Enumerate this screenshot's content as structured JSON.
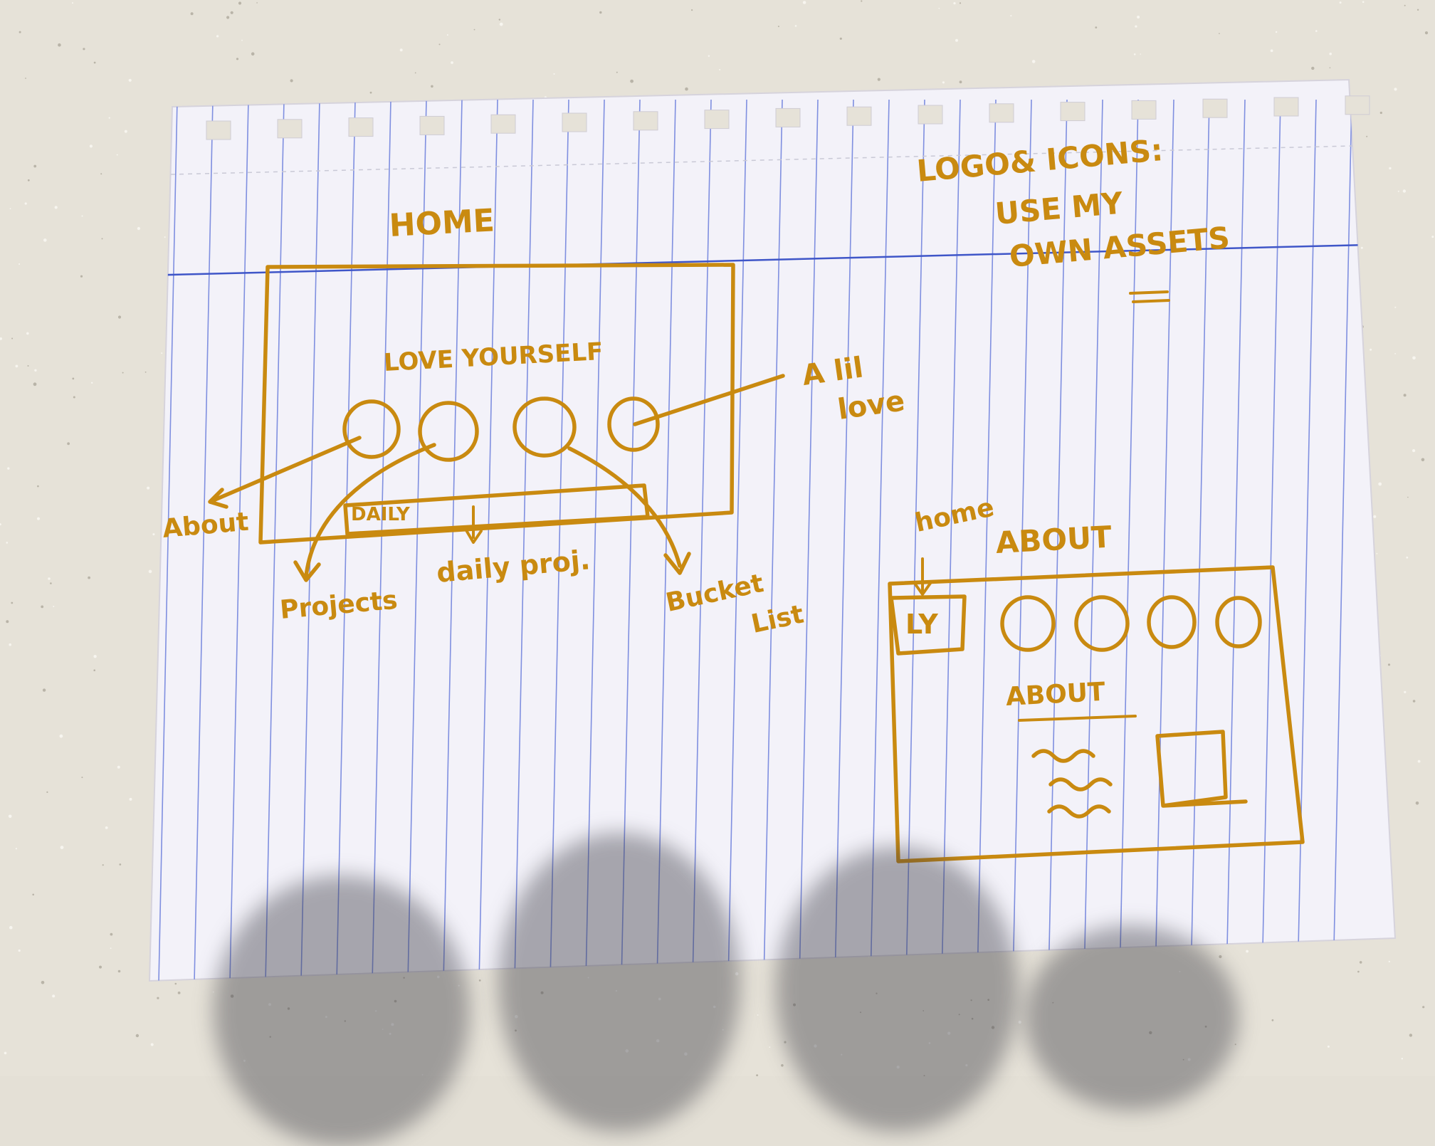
{
  "sketch": {
    "home_title": "HOME",
    "home_tagline": "LOVE YOURSELF",
    "home_daily_bar": "DAILY",
    "label_about": "About",
    "label_projects": "Projects",
    "label_daily": "daily proj.",
    "label_bucket_1": "Bucket",
    "label_bucket_2": "List",
    "label_lil_1": "A lil",
    "label_lil_2": "love",
    "note_line_1": "LOGO& ICONS:",
    "note_line_2": "USE MY",
    "note_line_3": "OWN ASSETS",
    "label_home": "home",
    "about_title": "ABOUT",
    "about_logo": "LY",
    "about_heading": "ABOUT"
  },
  "colors": {
    "ink": "#c98a10",
    "paper": "#f4f3fb",
    "ruled_line": "#7f8fe0",
    "margin_line": "#3f56c8",
    "countertop": "#e4e0d6"
  }
}
